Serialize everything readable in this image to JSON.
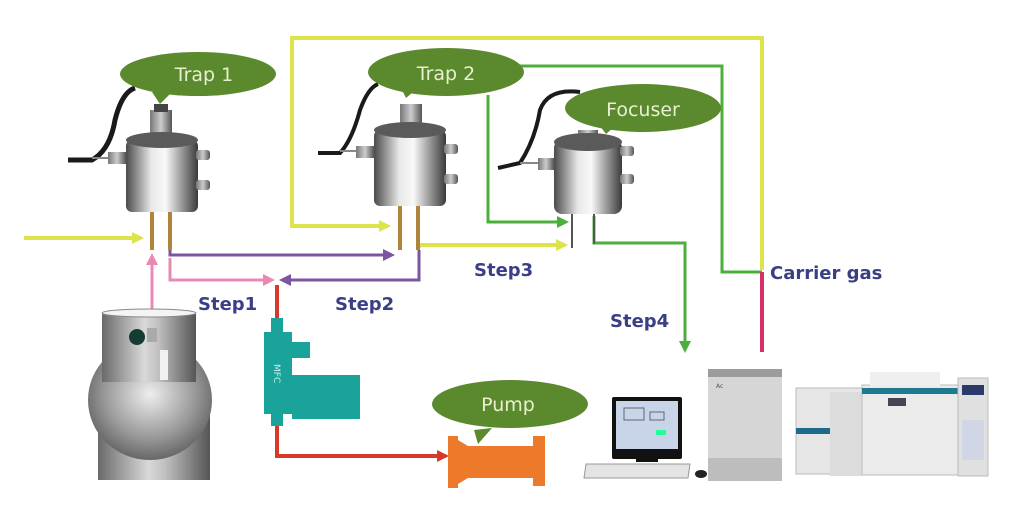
{
  "labels": {
    "trap1": "Trap 1",
    "trap2": "Trap 2",
    "focuser": "Focuser",
    "pump": "Pump",
    "mfc": "MFC",
    "step1": "Step1",
    "step2": "Step2",
    "step3": "Step3",
    "step4": "Step4",
    "carrier_gas": "Carrier gas"
  },
  "colors": {
    "yellow_line": "#dde34a",
    "green_line": "#4caf3c",
    "purple_line": "#7b55a0",
    "pink_line": "#e98ab5",
    "red_line": "#d83a2a",
    "magenta_line": "#d6306a",
    "bubble": "#5b8a2e",
    "step_text": "#3a3f85",
    "mfc": "#1aa39a",
    "pump": "#ec7a2a"
  }
}
